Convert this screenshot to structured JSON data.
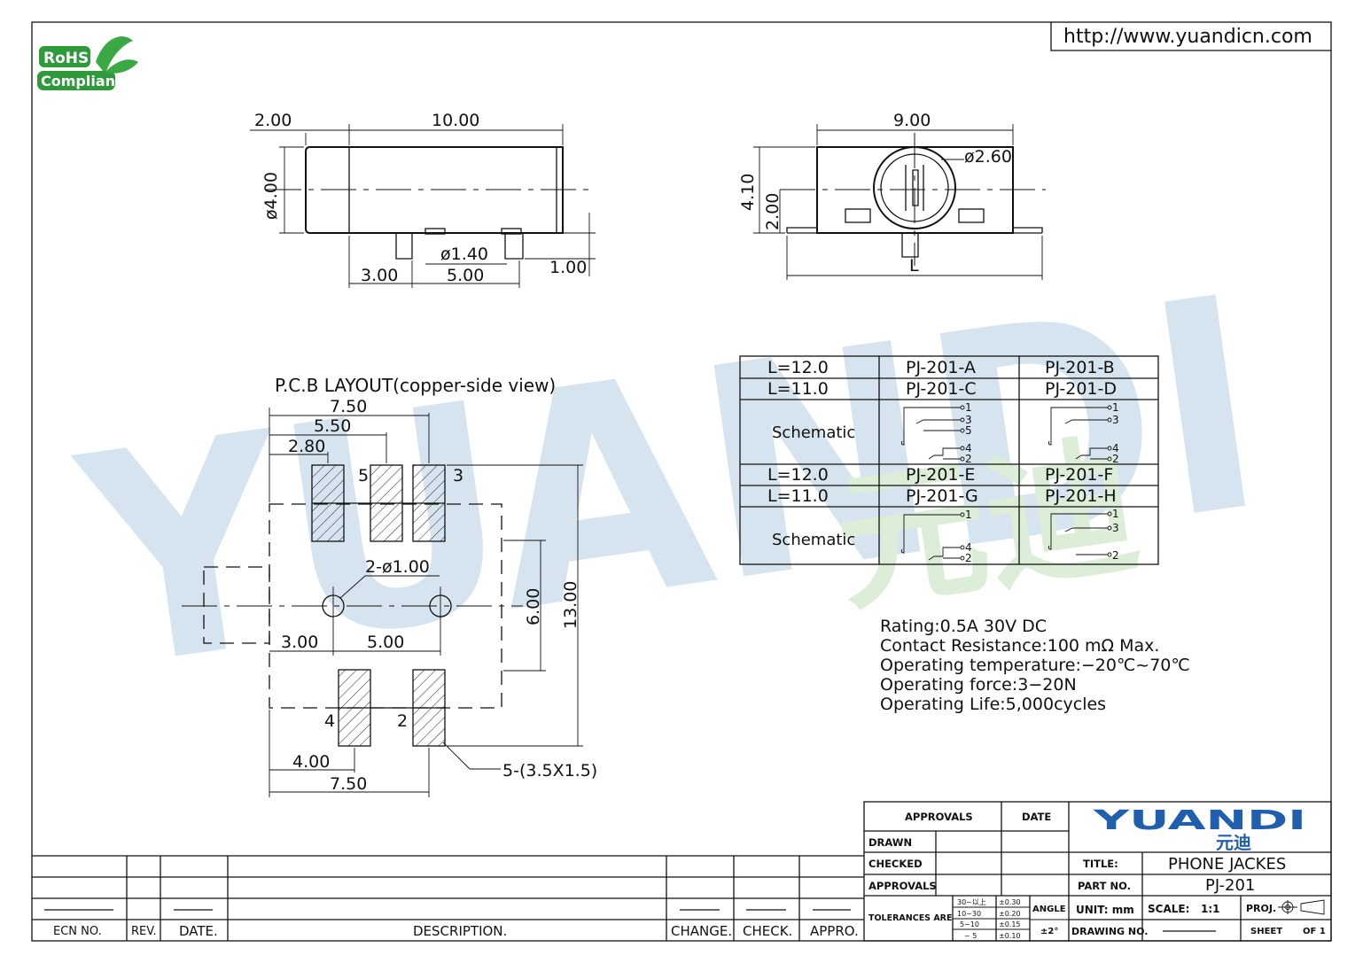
{
  "header": {
    "url": "http://www.yuandicn.com"
  },
  "rohs": {
    "line1": "RoHS",
    "line2": "Compliant",
    "green": "#2e9a3a"
  },
  "watermark": {
    "text": "YUANDI",
    "cn": "元迪",
    "color": "#cfe0ee",
    "accent": "#d7ead2"
  },
  "side_view": {
    "d_left": "2.00",
    "d_body": "10.00",
    "d_dia": "ø4.00",
    "d_pin_dia": "ø1.40",
    "d_pin_h": "1.00",
    "d_3": "3.00",
    "d_5": "5.00"
  },
  "front_view": {
    "d_width": "9.00",
    "d_hole": "ø2.60",
    "d_h1": "4.10",
    "d_h2": "2.00",
    "d_L": "L"
  },
  "pcb": {
    "title": "P.C.B LAYOUT(copper-side view)",
    "d_750_top": "7.50",
    "d_550": "5.50",
    "d_280": "2.80",
    "pin5": "5",
    "pin3": "3",
    "pin4": "4",
    "pin2": "2",
    "holes": "2-ø1.00",
    "d_300": "3.00",
    "d_500": "5.00",
    "d_600": "6.00",
    "d_1300": "13.00",
    "d_400": "4.00",
    "d_750_bot": "7.50",
    "pad_note": "5-(3.5X1.5)"
  },
  "variants": {
    "rows": [
      [
        "L=12.0",
        "PJ-201-A",
        "PJ-201-B"
      ],
      [
        "L=11.0",
        "PJ-201-C",
        "PJ-201-D"
      ],
      [
        "L=12.0",
        "PJ-201-E",
        "PJ-201-F"
      ],
      [
        "L=11.0",
        "PJ-201-G",
        "PJ-201-H"
      ]
    ],
    "schematic_label": "Schematic",
    "sch_A": [
      "1",
      "3",
      "5",
      "4",
      "2"
    ],
    "sch_B": [
      "1",
      "3",
      "4",
      "2"
    ],
    "sch_E": [
      "1",
      "4",
      "2"
    ],
    "sch_F": [
      "1",
      "3",
      "2"
    ]
  },
  "specs": [
    "Rating:0.5A  30V  DC",
    "Contact  Resistance:100  mΩ  Max.",
    "Operating  temperature:−20℃~70℃",
    "Operating  force:3−20N",
    "Operating  Life:5,000cycles"
  ],
  "revision_block": {
    "headers": [
      "ECN  NO.",
      "REV.",
      "DATE.",
      "DESCRIPTION.",
      "CHANGE.",
      "CHECK.",
      "APPRO."
    ]
  },
  "title_block": {
    "approvals": "APPROVALS",
    "date": "DATE",
    "drawn": "DRAWN",
    "checked": "CHECKED",
    "approvals2": "APPROVALS",
    "tolerances": "TOLERANCES  ARE",
    "tol_ranges": [
      "30~以上",
      "10~30",
      "5~10",
      "~ 5"
    ],
    "tol_values": [
      "±0.30",
      "±0.20",
      "±0.15",
      "±0.10"
    ],
    "angle": "ANGLE",
    "angle_val": "±2°",
    "logo": "YUANDI",
    "logo_cn": "元迪",
    "logo_color": "#1f5fae",
    "title_label": "TITLE:",
    "title": "PHONE  JACKES",
    "part_label": "PART  NO.",
    "part_no": "PJ-201",
    "unit": "UNIT:  mm",
    "scale_label": "SCALE:",
    "scale": "1:1",
    "proj": "PROJ.",
    "drawing_no": "DRAWING  NO.",
    "sheet": "SHEET",
    "of": "OF  1"
  }
}
